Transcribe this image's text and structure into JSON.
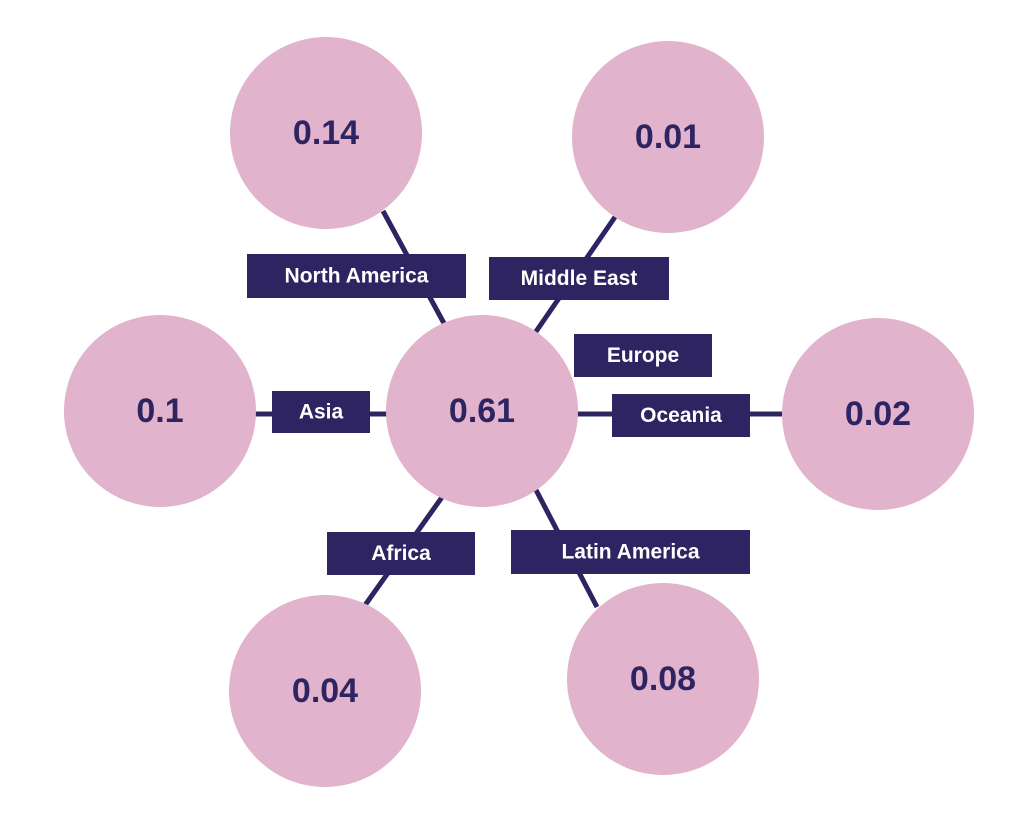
{
  "colors": {
    "node_fill": "#e1b3cc",
    "connector": "#2d2461",
    "label_fill": "#2d2461",
    "label_text": "#ffffff",
    "value_text": "#2d2461"
  },
  "center": {
    "value": "0.61"
  },
  "regions": [
    {
      "id": "north-america",
      "label": "North America",
      "value": "0.14"
    },
    {
      "id": "middle-east",
      "label": "Middle East",
      "value": "0.01"
    },
    {
      "id": "asia",
      "label": "Asia",
      "value": "0.1"
    },
    {
      "id": "oceania",
      "label": "Oceania",
      "value": "0.02"
    },
    {
      "id": "africa",
      "label": "Africa",
      "value": "0.04"
    },
    {
      "id": "latin-america",
      "label": "Latin America",
      "value": "0.08"
    },
    {
      "id": "europe",
      "label": "Europe",
      "value": null
    }
  ]
}
